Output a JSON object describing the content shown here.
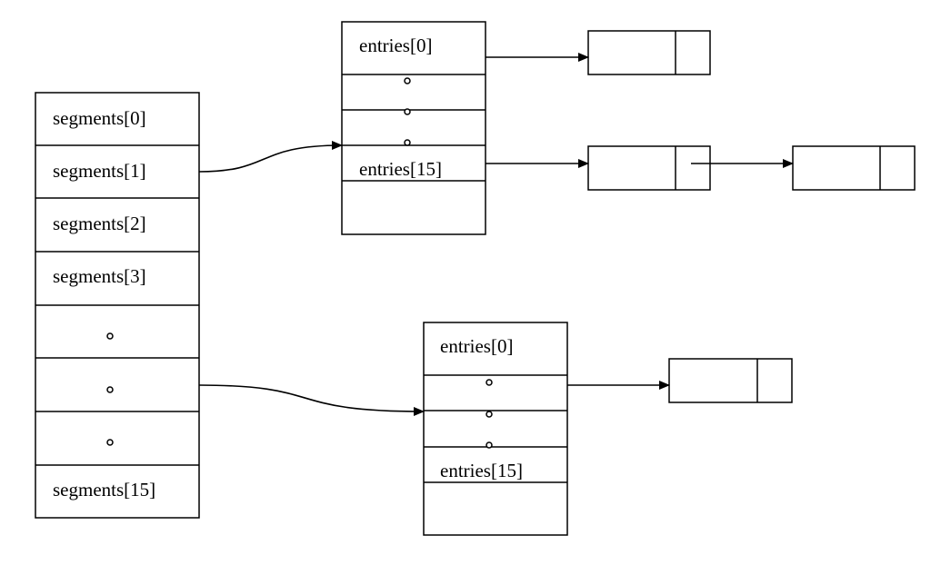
{
  "segments": {
    "label_0": "segments[0]",
    "label_1": "segments[1]",
    "label_2": "segments[2]",
    "label_3": "segments[3]",
    "label_15": "segments[15]"
  },
  "table_a": {
    "label_0": "entries[0]",
    "label_15": "entries[15]"
  },
  "table_b": {
    "label_0": "entries[0]",
    "label_15": "entries[15]"
  }
}
